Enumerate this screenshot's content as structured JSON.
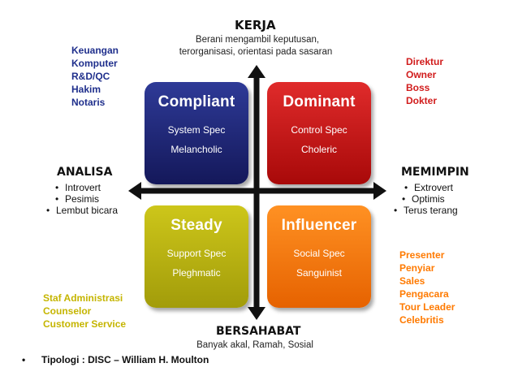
{
  "axes": {
    "top": {
      "title": "KERJA",
      "desc_line1": "Berani mengambil keputusan,",
      "desc_line2": "terorganisasi, orientasi pada sasaran"
    },
    "bottom": {
      "title": "BERSAHABAT",
      "desc": "Banyak akal, Ramah, Sosial"
    },
    "left": {
      "title": "ANALISA",
      "items": [
        "Introvert",
        "Pesimis",
        "Lembut bicara"
      ]
    },
    "right": {
      "title": "MEMIMPIN",
      "items": [
        "Extrovert",
        "Optimis",
        "Terus terang"
      ]
    }
  },
  "quadrants": {
    "compliant": {
      "title": "Compliant",
      "line1": "System Spec",
      "line2": "Melancholic",
      "color": "#1f2878"
    },
    "dominant": {
      "title": "Dominant",
      "line1": "Control Spec",
      "line2": "Choleric",
      "color": "#c41414"
    },
    "steady": {
      "title": "Steady",
      "line1": "Support Spec",
      "line2": "Pleghmatic",
      "color": "#b8b112"
    },
    "influencer": {
      "title": "Influencer",
      "line1": "Social Spec",
      "line2": "Sanguinist",
      "color": "#f57a0c"
    }
  },
  "professions": {
    "top_left": {
      "color": "#1f2f8c",
      "items": [
        "Keuangan",
        "Komputer",
        "R&D/QC",
        "Hakim",
        "Notaris"
      ]
    },
    "top_right": {
      "color": "#d11c1c",
      "items": [
        "Direktur",
        "Owner",
        "Boss",
        "Dokter"
      ]
    },
    "bottom_left": {
      "color": "#c5b500",
      "items": [
        "Staf Administrasi",
        "Counselor",
        "Customer Service"
      ]
    },
    "bottom_right": {
      "color": "#ff7a00",
      "items": [
        "Presenter",
        "Penyiar",
        "Sales",
        "Pengacara",
        "Tour Leader",
        "Celebritis"
      ]
    }
  },
  "footer": {
    "bullet": "•",
    "text": "Tipologi : DISC – William H. Moulton"
  }
}
